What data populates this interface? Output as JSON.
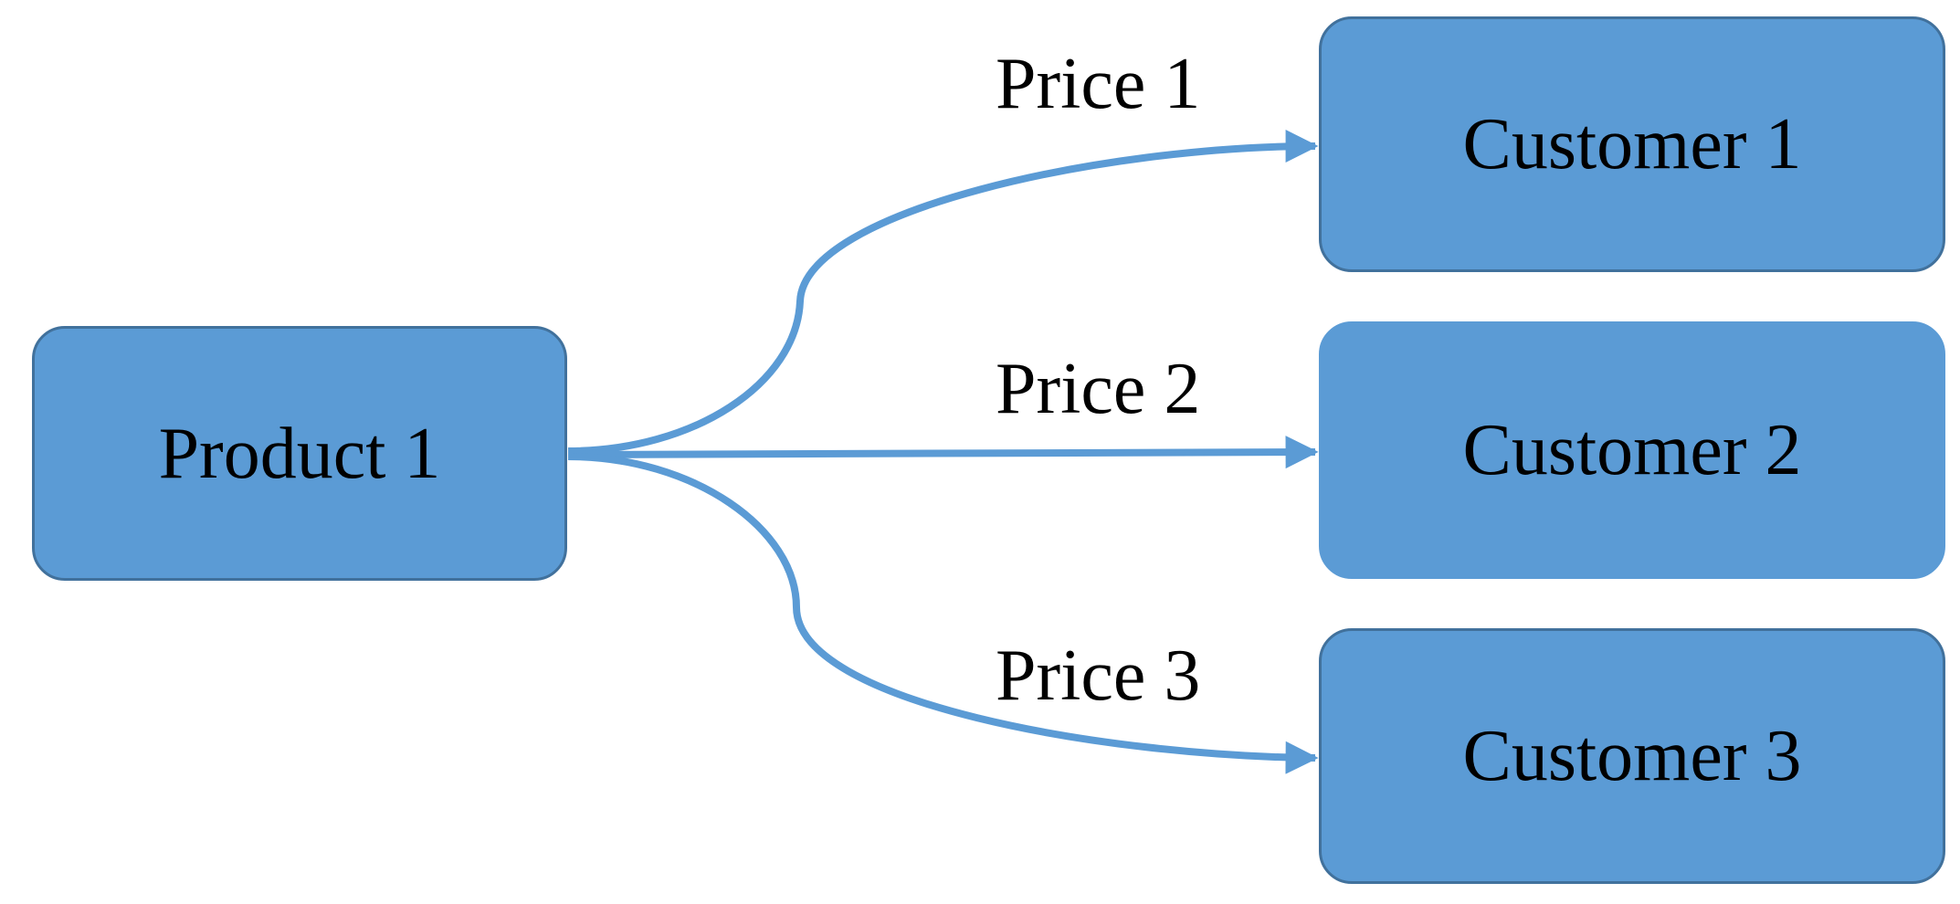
{
  "source_node": {
    "label": "Product 1"
  },
  "target_nodes": [
    {
      "label": "Customer 1"
    },
    {
      "label": "Customer 2"
    },
    {
      "label": "Customer 3"
    }
  ],
  "edges": [
    {
      "from": "Product 1",
      "to": "Customer 1",
      "label": "Price 1"
    },
    {
      "from": "Product 1",
      "to": "Customer 2",
      "label": "Price 2"
    },
    {
      "from": "Product 1",
      "to": "Customer 3",
      "label": "Price 3"
    }
  ],
  "colors": {
    "node_fill": "#5b9bd5",
    "node_border": "#41719c",
    "edge": "#5b9bd5",
    "text": "#000000"
  }
}
